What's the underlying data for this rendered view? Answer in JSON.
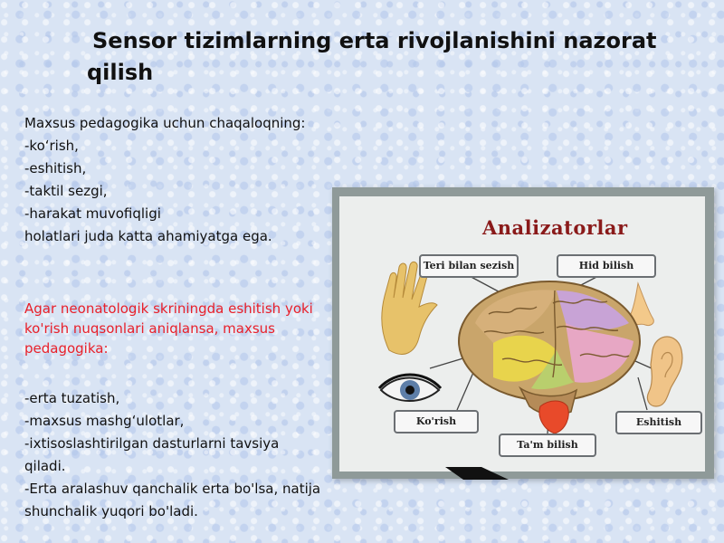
{
  "title": {
    "line1": "Sensor tizimlarning erta rivojlanishini nazorat",
    "line2": "qilish"
  },
  "block1": [
    "Maxsus pedagogika uchun chaqaloqning:",
    "-koʻrish,",
    "-eshitish,",
    "-taktil sezgi,",
    "-harakat muvofiqligi",
    "holatlari juda katta ahamiyatga ega."
  ],
  "block2": {
    "text": "Agar neonatologik skriningda eshitish yoki ko'rish nuqsonlari aniqlansa, maxsus pedagogika:"
  },
  "block3": [
    "-erta tuzatish,",
    "-maxsus mashgʻulotlar,",
    "-ixtisoslashtirilgan dasturlarni tavsiya qiladi.",
    "-Erta aralashuv qanchalik erta bo'lsa, natija shunchalik yuqori bo'ladi."
  ],
  "figure": {
    "title": "Analizatorlar",
    "labels": {
      "teri": "Teri bilan sezish",
      "hid": "Hid bilish",
      "korish": "Ko'rish",
      "eshitish": "Eshitish",
      "tam": "Ta'm bilish"
    },
    "icons": [
      "hand-icon",
      "nose-icon",
      "brain-icon",
      "eye-icon",
      "ear-icon",
      "tongue-icon"
    ]
  },
  "colors": {
    "red_text": "#e8202a",
    "figure_title": "#8a1a1a"
  }
}
